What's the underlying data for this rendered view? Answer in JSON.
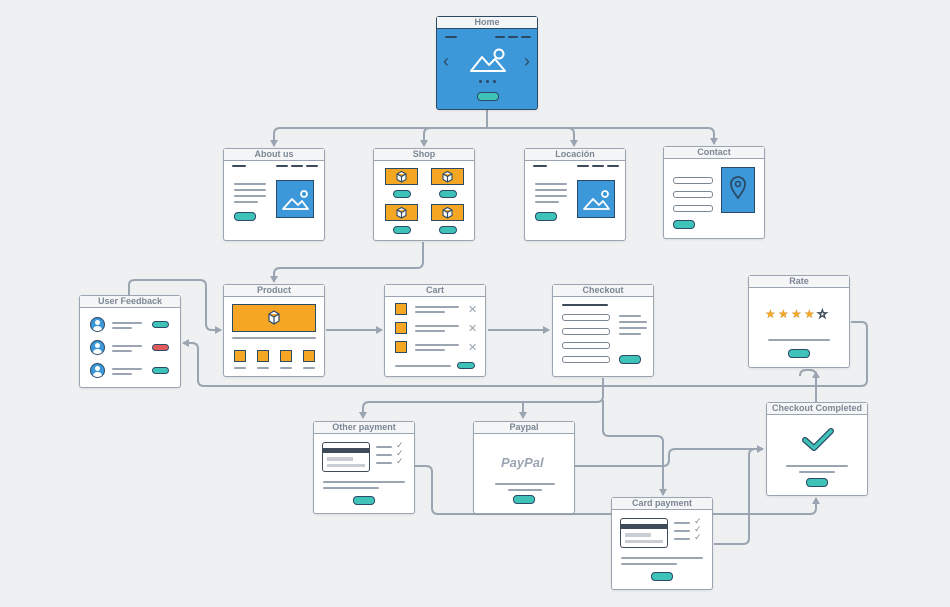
{
  "screens": {
    "home": "Home",
    "about": "About us",
    "shop": "Shop",
    "location": "Locación",
    "contact": "Contact",
    "feedback": "User Feedback",
    "product": "Product",
    "cart": "Cart",
    "checkout": "Checkout",
    "rate": "Rate",
    "other_payment": "Other payment",
    "paypal": "Paypal",
    "checkout_completed": "Checkout Completed",
    "card_payment": "Card payment"
  },
  "paypal_logo": "PayPal",
  "icons": {
    "prev": "‹",
    "next": "›",
    "remove": "✕",
    "check": "✓",
    "star": "★",
    "star_empty": "☆"
  },
  "colors": {
    "accent_blue": "#3d98da",
    "accent_orange": "#f5a623",
    "accent_teal": "#3fc2b8",
    "accent_red": "#e25b5b",
    "connector": "#9aa5b1"
  }
}
